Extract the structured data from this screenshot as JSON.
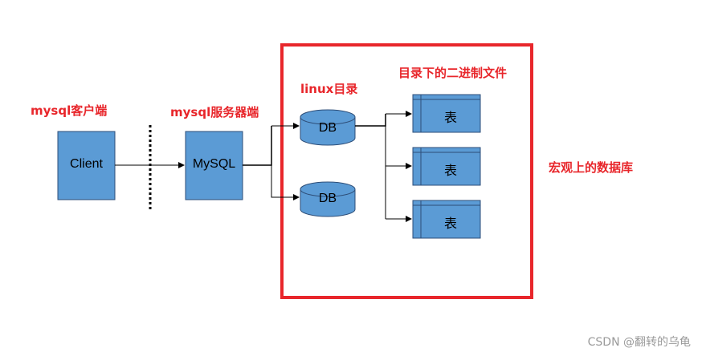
{
  "labels": {
    "client_side": "mysql客户端",
    "server_side": "mysql服务器端",
    "linux_dir": "linux目录",
    "binary_files": "目录下的二进制文件",
    "macro_db": "宏观上的数据库"
  },
  "nodes": {
    "client": "Client",
    "mysql": "MySQL",
    "db1": "DB",
    "db2": "DB",
    "table1": "表",
    "table2": "表",
    "table3": "表"
  },
  "watermark": "CSDN @翻转的乌龟",
  "colors": {
    "box_fill": "#5b9bd5",
    "box_stroke": "#2e4e78",
    "highlight_border": "#e8262b",
    "label_red": "#e8262b"
  }
}
